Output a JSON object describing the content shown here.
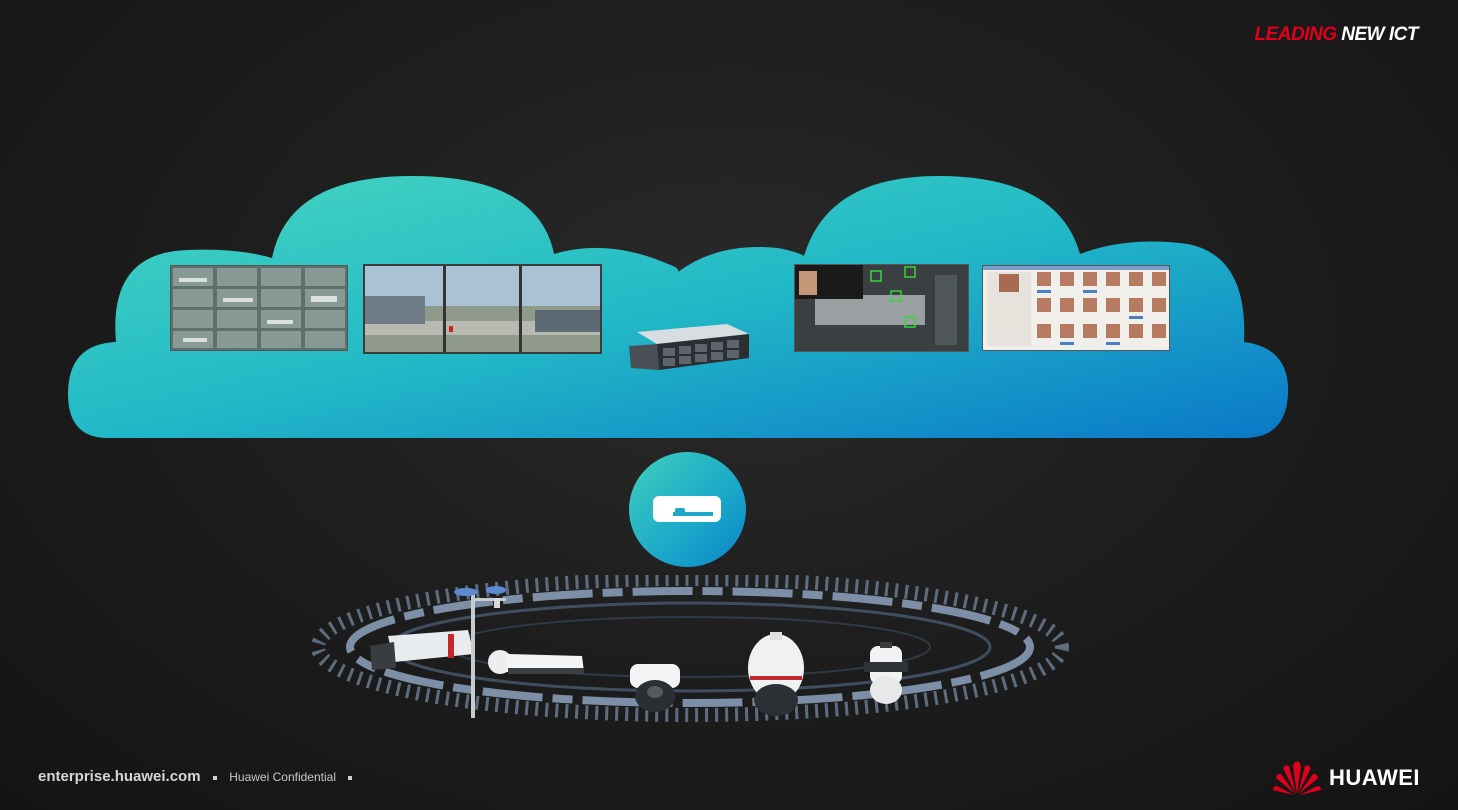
{
  "brand": {
    "tagline_red": "LEADING",
    "tagline_white": "NEW ICT"
  },
  "footer": {
    "site": "enterprise.huawei.com",
    "confidential": "Huawei Confidential"
  },
  "logo": {
    "name": "HUAWEI"
  },
  "colors": {
    "cloud_start": "#3fd1be",
    "cloud_end": "#0b7fcb",
    "huawei_red": "#e0001b",
    "background": "#1c1c1c"
  },
  "icons": [
    "server-icon",
    "camera-icon",
    "gateway-icon",
    "huawei-logo-icon"
  ]
}
